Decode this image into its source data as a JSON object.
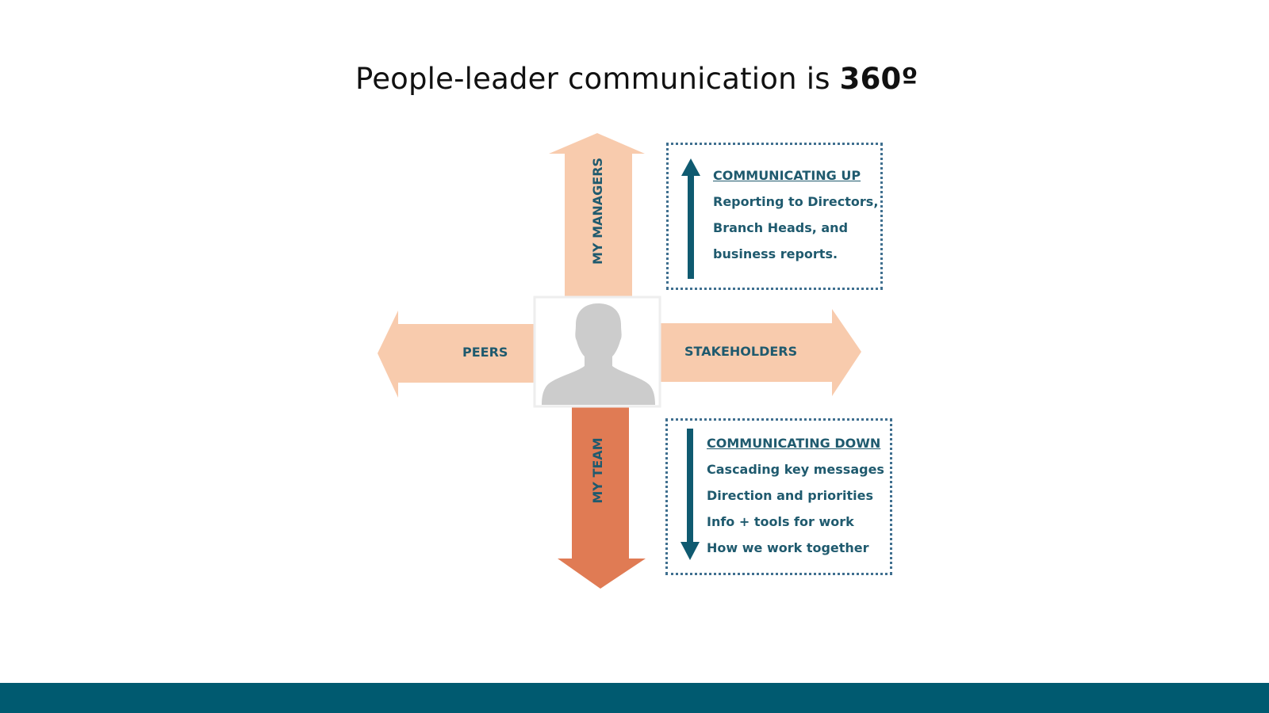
{
  "title": {
    "prefix": "People-leader communication is ",
    "emphasis": "360º"
  },
  "arrows": {
    "up": "MY MANAGERS",
    "left": "PEERS",
    "right": "STAKEHOLDERS",
    "down": "MY TEAM"
  },
  "center": {
    "icon": "person-silhouette-icon"
  },
  "up_box": {
    "heading": "COMMUNICATING UP",
    "lines": [
      "Reporting to Directors,",
      "Branch Heads, and",
      "business reports."
    ]
  },
  "down_box": {
    "heading": "COMMUNICATING DOWN",
    "lines": [
      "Cascading key messages",
      "Direction and priorities",
      "Info + tools  for work",
      "How we work together"
    ]
  },
  "colors": {
    "light_arrow": "#f8cbad",
    "dark_arrow": "#e07b54",
    "text": "#1f5a6e",
    "box_border": "#3f6f8f",
    "footer": "#005a70",
    "silhouette": "#cccccc"
  }
}
